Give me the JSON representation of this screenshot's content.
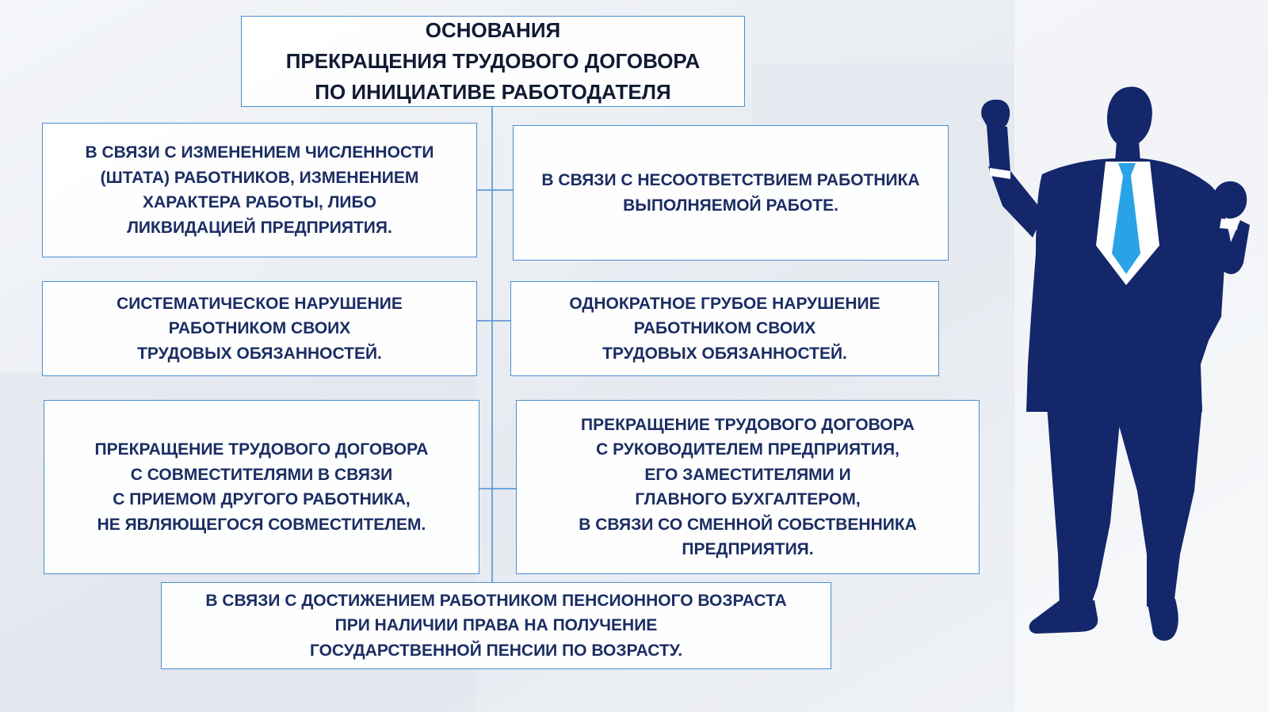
{
  "title": "ОСНОВАНИЯ\nПРЕКРАЩЕНИЯ ТРУДОВОГО ДОГОВОРА\nПО ИНИЦИАТИВЕ РАБОТОДАТЕЛЯ",
  "boxes": [
    {
      "text": "В СВЯЗИ С ИЗМЕНЕНИЕМ ЧИСЛЕННОСТИ\n(ШТАТА) РАБОТНИКОВ, ИЗМЕНЕНИЕМ\nХАРАКТЕРА РАБОТЫ, ЛИБО\nЛИКВИДАЦИЕЙ ПРЕДПРИЯТИЯ."
    },
    {
      "text": "В СВЯЗИ С НЕСООТВЕТСТВИЕМ РАБОТНИКА\nВЫПОЛНЯЕМОЙ РАБОТЕ."
    },
    {
      "text": "СИСТЕМАТИЧЕСКОЕ НАРУШЕНИЕ\nРАБОТНИКОМ СВОИХ\nТРУДОВЫХ ОБЯЗАННОСТЕЙ."
    },
    {
      "text": "ОДНОКРАТНОЕ ГРУБОЕ НАРУШЕНИЕ\nРАБОТНИКОМ СВОИХ\nТРУДОВЫХ ОБЯЗАННОСТЕЙ."
    },
    {
      "text": "ПРЕКРАЩЕНИЕ ТРУДОВОГО ДОГОВОРА\nС СОВМЕСТИТЕЛЯМИ В СВЯЗИ\nС ПРИЕМОМ ДРУГОГО РАБОТНИКА,\nНЕ ЯВЛЯЮЩЕГОСЯ СОВМЕСТИТЕЛЕМ."
    },
    {
      "text": "ПРЕКРАЩЕНИЕ ТРУДОВОГО ДОГОВОРА\nС РУКОВОДИТЕЛЕМ ПРЕДПРИЯТИЯ,\nЕГО ЗАМЕСТИТЕЛЯМИ И\nГЛАВНОГО БУХГАЛТЕРОМ,\nВ СВЯЗИ СО СМЕННОЙ СОБСТВЕННИКА\nПРЕДПРИЯТИЯ."
    },
    {
      "text": "В СВЯЗИ С ДОСТИЖЕНИЕМ РАБОТНИКОМ ПЕНСИОННОГО ВОЗРАСТА\nПРИ НАЛИЧИИ ПРАВА НА ПОЛУЧЕНИЕ\nГОСУДАРСТВЕННОЙ ПЕНСИИ ПО ВОЗРАСТУ."
    }
  ],
  "colors": {
    "box_border": "#4a8fd1",
    "box_text": "#1b2d63",
    "title_text": "#111a33",
    "silhouette": "#15276b",
    "tie": "#2aa3e6"
  },
  "icons": {
    "figure": "businessman-silhouette-icon"
  }
}
